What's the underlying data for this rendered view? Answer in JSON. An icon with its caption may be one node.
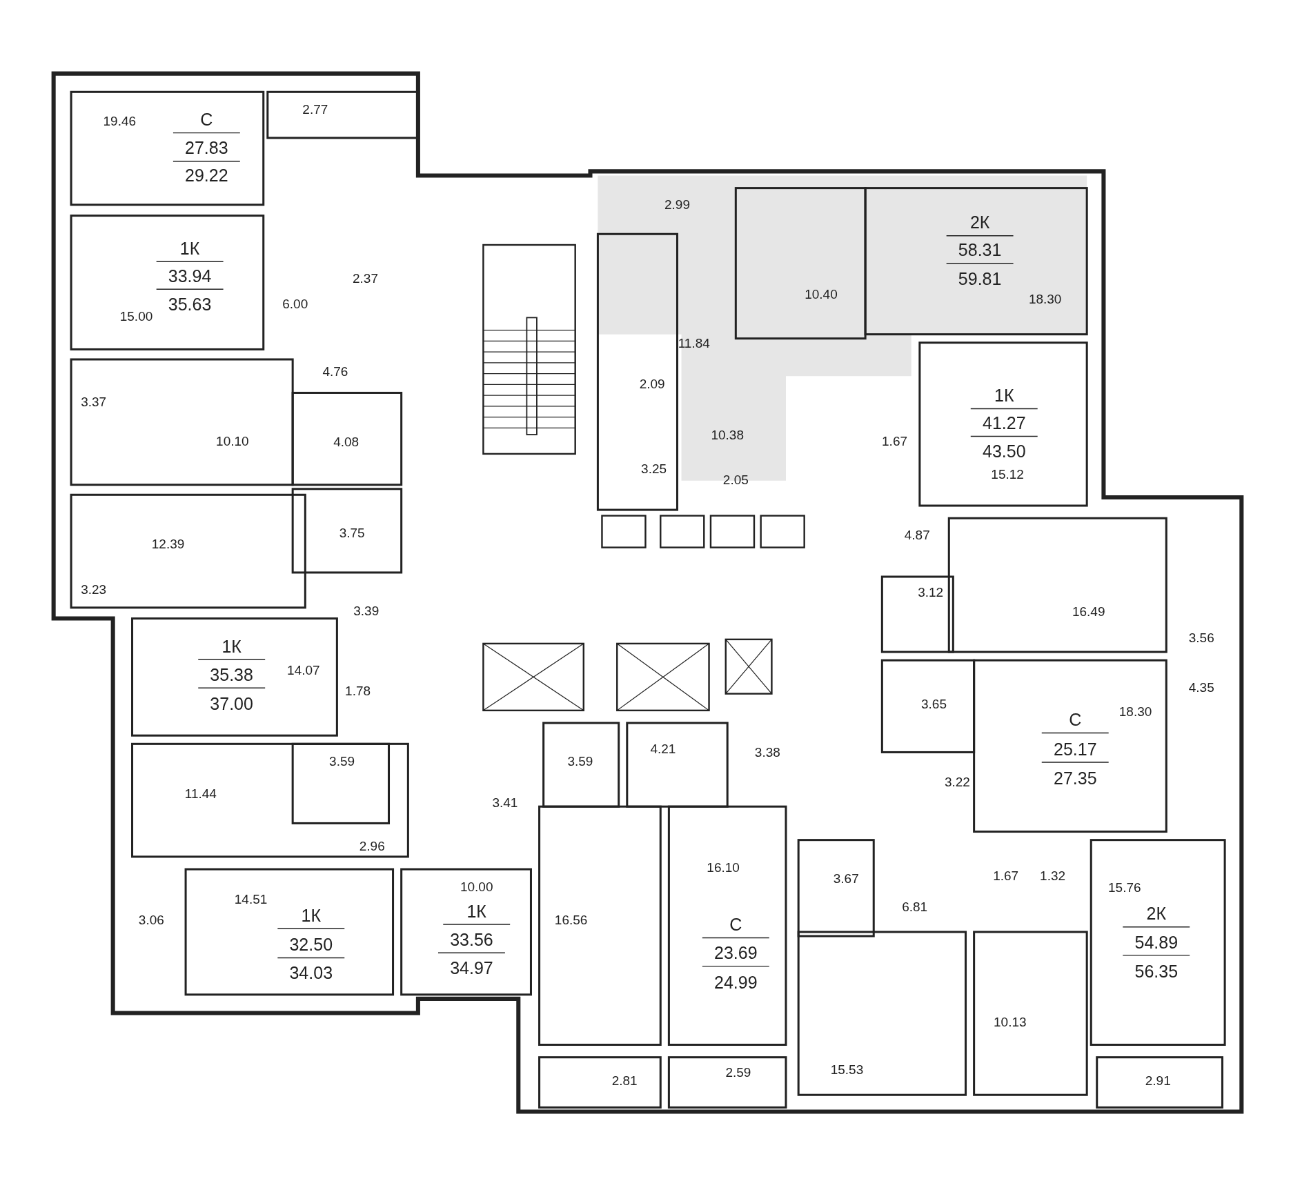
{
  "diagram": {
    "labels": [
      "2.77",
      "19.46",
      "С",
      "27.83",
      "29.22",
      "2.99",
      "2К",
      "58.31",
      "59.81",
      "1К",
      "33.94",
      "2.37",
      "10.40",
      "18.30",
      "35.63",
      "15.00",
      "6.00",
      "11.84",
      "4.76",
      "2.09",
      "1К",
      "3.37",
      "41.27",
      "10.38",
      "1.67",
      "10.10",
      "4.08",
      "43.50",
      "3.25",
      "2.05",
      "15.12",
      "3.75",
      "4.87",
      "12.39",
      "3.23",
      "3.12",
      "3.39",
      "16.49",
      "3.56",
      "1К",
      "14.07",
      "35.38",
      "1.78",
      "4.35",
      "3.65",
      "18.30",
      "С",
      "37.00",
      "25.17",
      "27.35",
      "4.21",
      "3.38",
      "3.59",
      "3.59",
      "3.22",
      "11.44",
      "3.41",
      "2.96",
      "16.10",
      "3.67",
      "1.67",
      "1.32",
      "10.00",
      "15.76",
      "14.51",
      "6.81",
      "1К",
      "1К",
      "2К",
      "3.06",
      "16.56",
      "С",
      "33.56",
      "32.50",
      "54.89",
      "23.69",
      "34.97",
      "34.03",
      "56.35",
      "24.99",
      "10.13",
      "15.53",
      "2.59",
      "2.81",
      "2.91"
    ]
  }
}
